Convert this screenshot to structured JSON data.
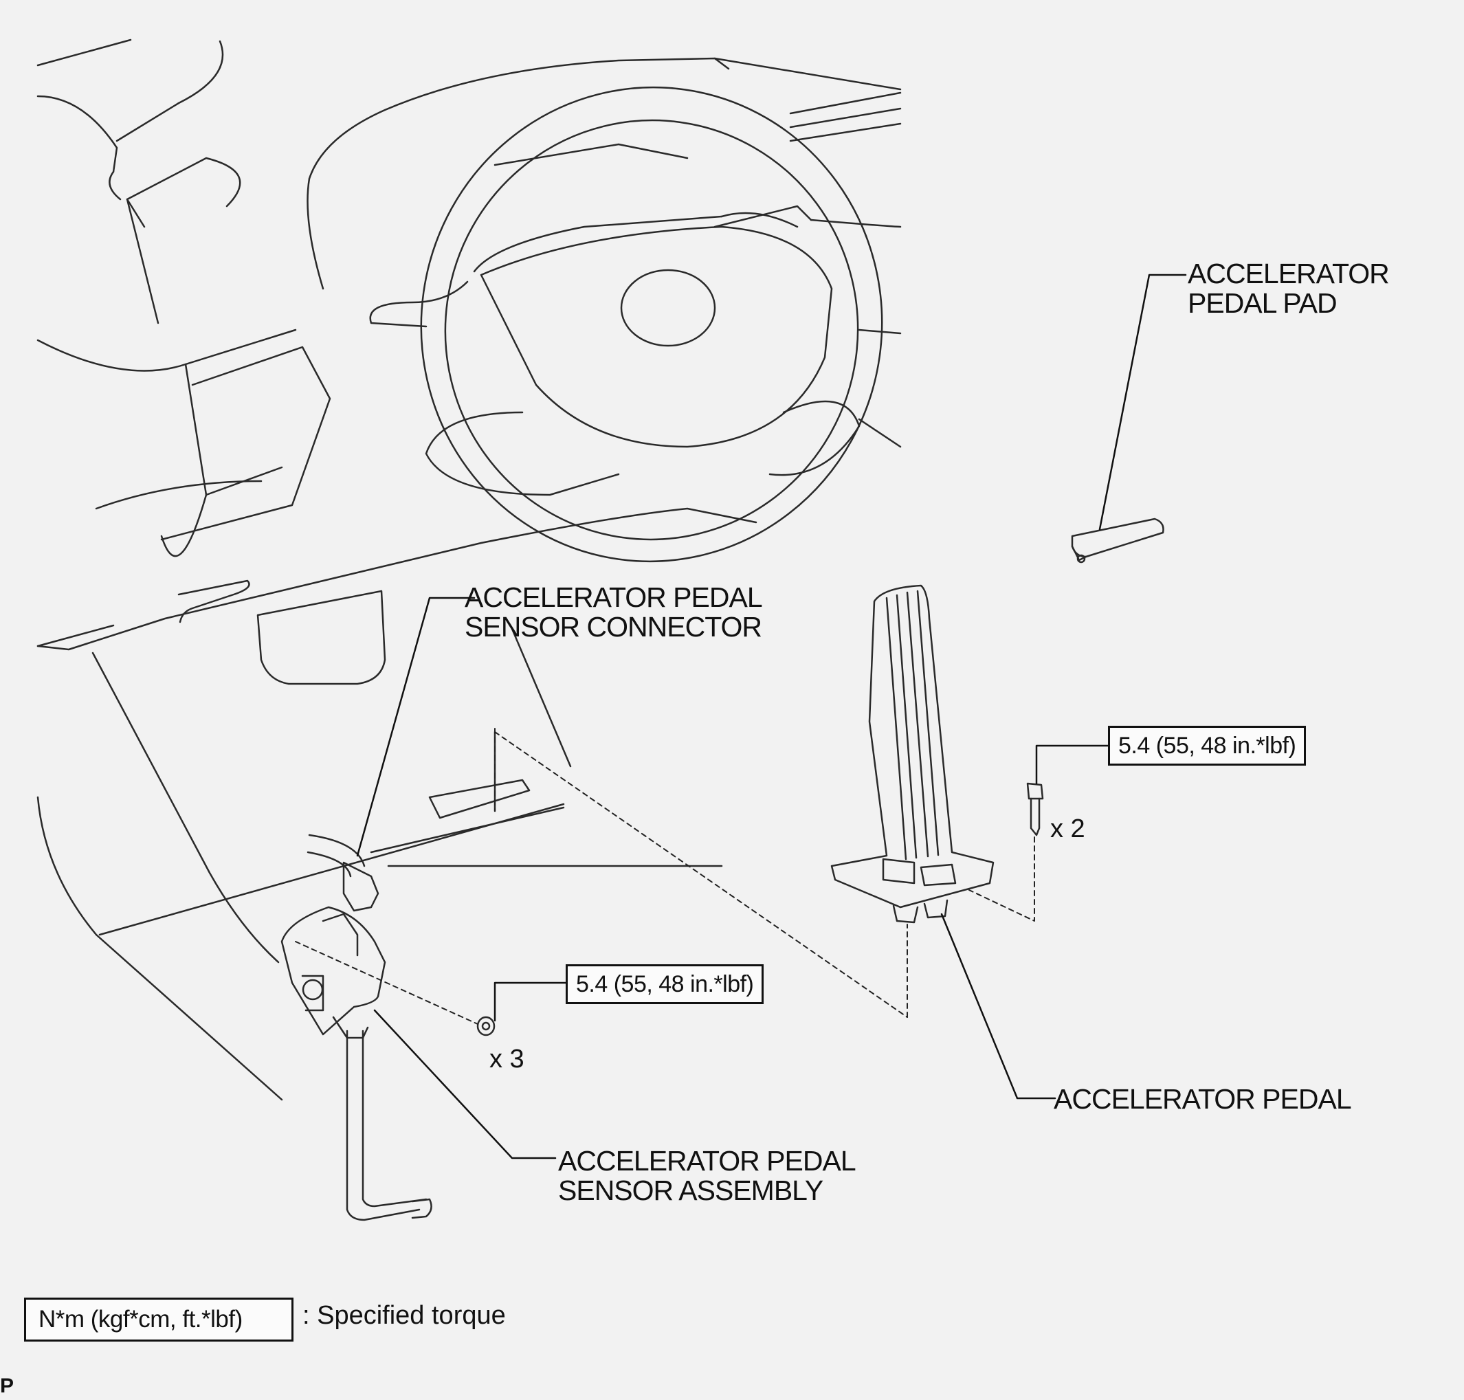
{
  "labels": {
    "pedal_pad_line1": "ACCELERATOR",
    "pedal_pad_line2": "PEDAL PAD",
    "connector_line1": "ACCELERATOR PEDAL",
    "connector_line2": "SENSOR CONNECTOR",
    "sensor_assembly_line1": "ACCELERATOR PEDAL",
    "sensor_assembly_line2": "SENSOR ASSEMBLY",
    "accelerator_pedal": "ACCELERATOR PEDAL"
  },
  "torques": {
    "bolt": "5.4 (55, 48 in.*lbf)",
    "nut": "5.4 (55, 48 in.*lbf)"
  },
  "counts": {
    "bolt": "x 2",
    "nut": "x 3"
  },
  "legend": {
    "box": "N*m (kgf*cm, ft.*lbf)",
    "text": ": Specified torque"
  },
  "corner_mark": "P",
  "colors": {
    "background": "#f2f2f2",
    "line_art": "#111111"
  }
}
